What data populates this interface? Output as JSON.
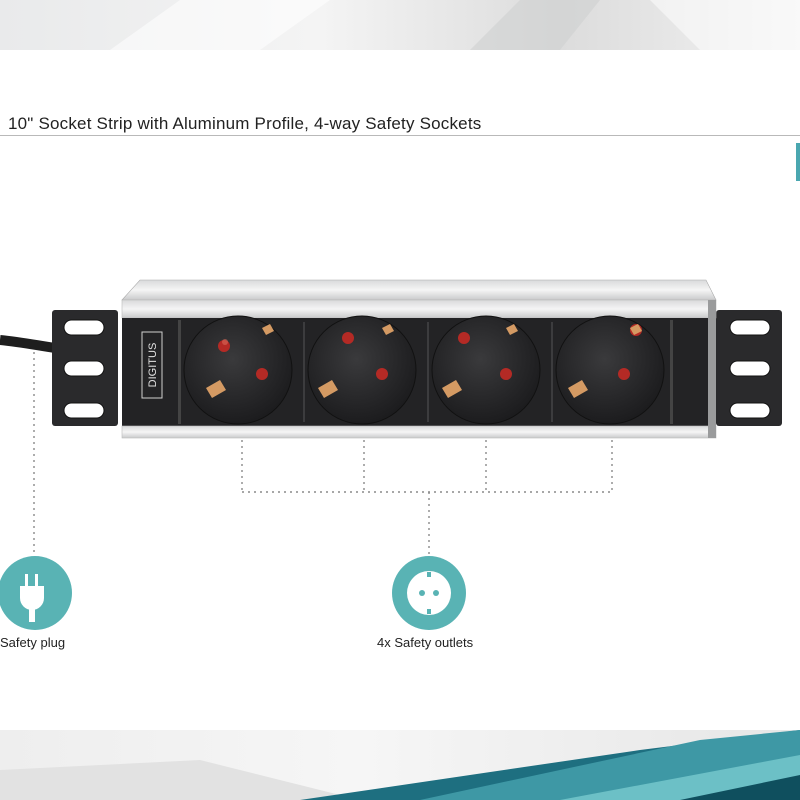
{
  "title": "10\" Socket Strip with Aluminum Profile, 4-way Safety Sockets",
  "brand_logo_text": "DIGITUS",
  "callouts": {
    "plug_label": "Safety plug",
    "outlets_label": "4x Safety outlets"
  },
  "icons": {
    "plug": "safety-plug-icon",
    "outlet": "safety-outlet-icon"
  },
  "colors": {
    "accent": "#59b3b4",
    "teal_dark": "#1e6f80",
    "panel": "#2b2b2d",
    "contact_red": "#b42a25",
    "contact_brass": "#d49a63"
  }
}
